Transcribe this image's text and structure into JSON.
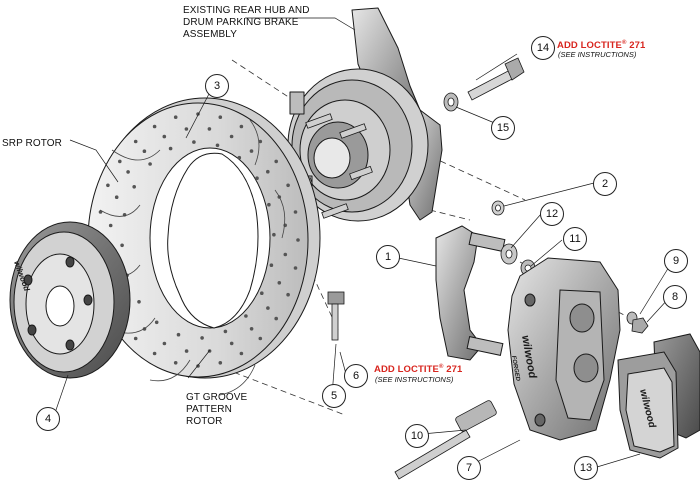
{
  "labels": {
    "existing_hub": [
      "EXISTING REAR HUB AND",
      "DRUM PARKING BRAKE",
      "ASSEMBLY"
    ],
    "srp_rotor": "SRP ROTOR",
    "gt_groove": [
      "GT GROOVE",
      "PATTERN",
      "ROTOR"
    ],
    "loctite_top": {
      "prefix": "ADD LOCTITE",
      "reg": "®",
      "code": "271",
      "note": "(SEE INSTRUCTIONS)"
    },
    "loctite_mid": {
      "prefix": "ADD LOCTITE",
      "reg": "®",
      "code": "271",
      "note": "(SEE INSTRUCTIONS)"
    }
  },
  "callouts": [
    "1",
    "2",
    "3",
    "4",
    "5",
    "6",
    "7",
    "8",
    "9",
    "10",
    "11",
    "12",
    "13",
    "14",
    "15"
  ],
  "brand_marks": {
    "hat": "wilwood",
    "caliper": "wilwood",
    "caliper_sub": "FORGED",
    "pad": "wilwood"
  },
  "colors": {
    "accent_red": "#d8261f",
    "line": "#1a1a1a",
    "shade": "#8a8a8a"
  }
}
